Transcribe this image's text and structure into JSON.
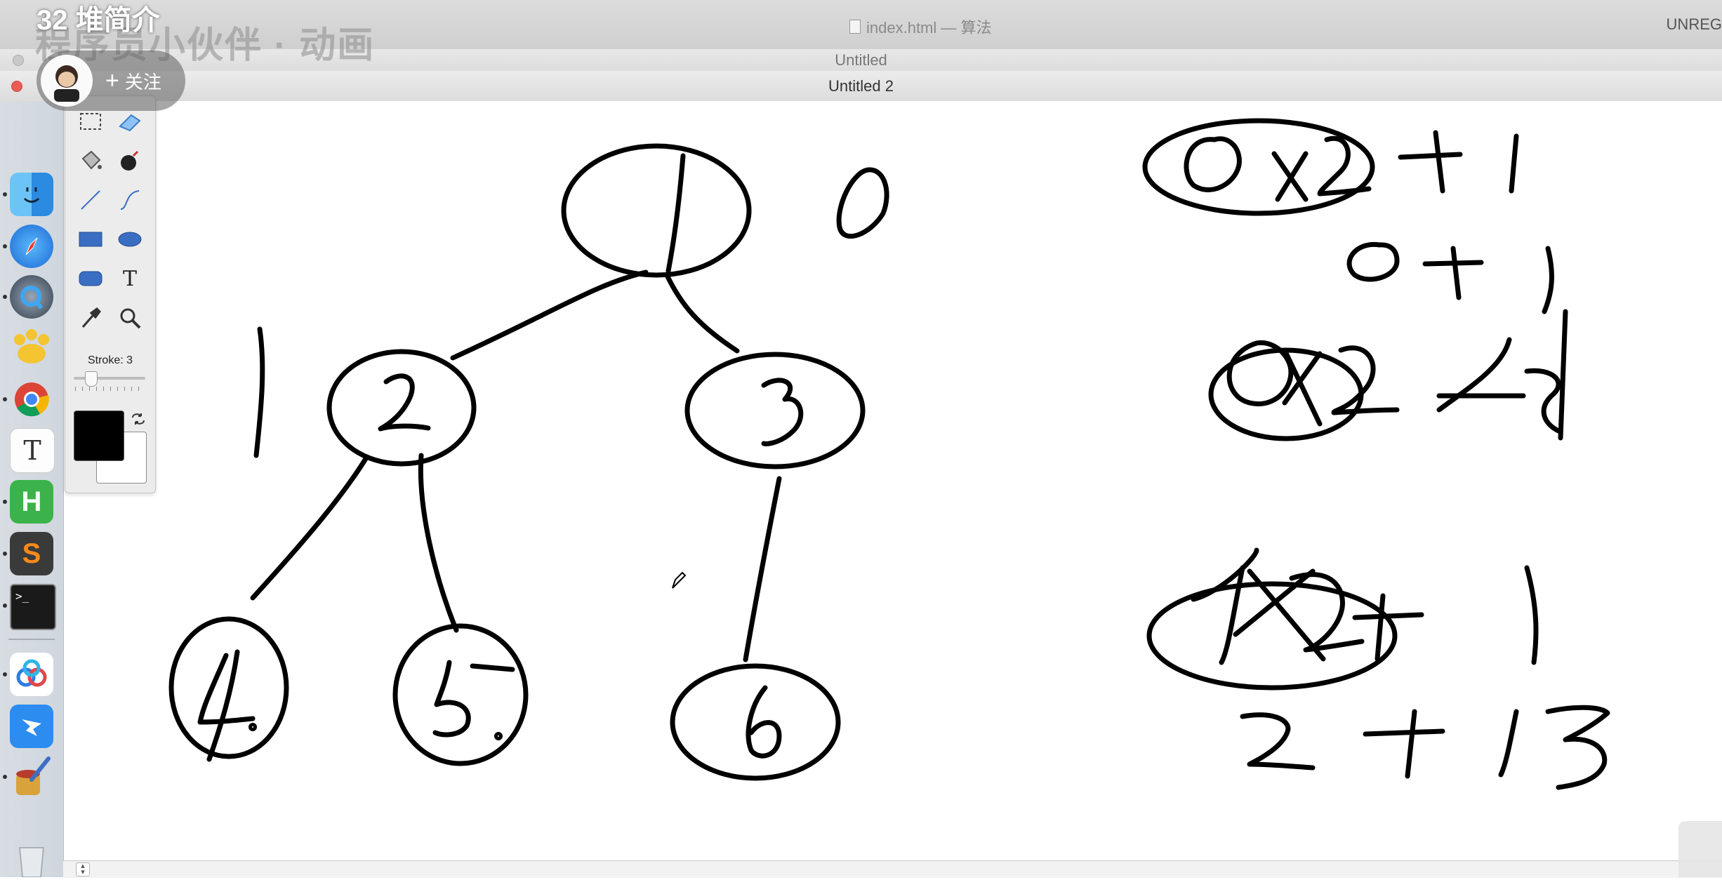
{
  "video": {
    "title": "32 堆简介",
    "watermark": "程序员小伙伴 · 动画",
    "follow_label": "关注"
  },
  "windows": {
    "editor_title": "index.html — 算法",
    "unregistered_label": "UNREG",
    "doc1_title": "Untitled",
    "doc2_title": "Untitled 2"
  },
  "dock": {
    "items": [
      {
        "name": "finder-icon",
        "running": true
      },
      {
        "name": "safari-icon",
        "running": true
      },
      {
        "name": "quicktime-icon",
        "running": true
      },
      {
        "name": "paw-icon",
        "running": false
      },
      {
        "name": "chrome-icon",
        "running": true
      },
      {
        "name": "typora-icon",
        "running": false
      },
      {
        "name": "hbuilder-icon",
        "running": true
      },
      {
        "name": "sublime-text-icon",
        "running": true
      },
      {
        "name": "terminal-icon",
        "running": true
      },
      {
        "name": "baidu-netdisk-icon",
        "running": true
      },
      {
        "name": "dingtalk-icon",
        "running": false
      },
      {
        "name": "paintbrush-icon",
        "running": true
      }
    ],
    "typora_glyph": "T",
    "hbuilder_glyph": "H",
    "sublime_glyph": "S",
    "terminal_glyph": ">_"
  },
  "palette": {
    "tools": [
      "selection-tool",
      "eraser-tool",
      "paint-bucket-tool",
      "spray-tool",
      "line-tool",
      "curve-tool",
      "rectangle-tool",
      "ellipse-tool",
      "rounded-rectangle-tool",
      "text-tool",
      "eyedropper-tool",
      "zoom-tool"
    ],
    "text_tool_glyph": "T",
    "stroke_label": "Stroke: 3",
    "stroke_value": 3,
    "foreground_color": "#000000",
    "background_color": "#ffffff"
  },
  "canvas": {
    "tree_nodes": [
      "1",
      "2",
      "3",
      "4",
      "5",
      "6"
    ],
    "tree_labels": [
      "0",
      "1"
    ],
    "formulas": [
      "0x2+1",
      "0+1",
      "0x2+2",
      "1x2+1",
      "2+1 3"
    ],
    "ink_color": "#000000"
  }
}
